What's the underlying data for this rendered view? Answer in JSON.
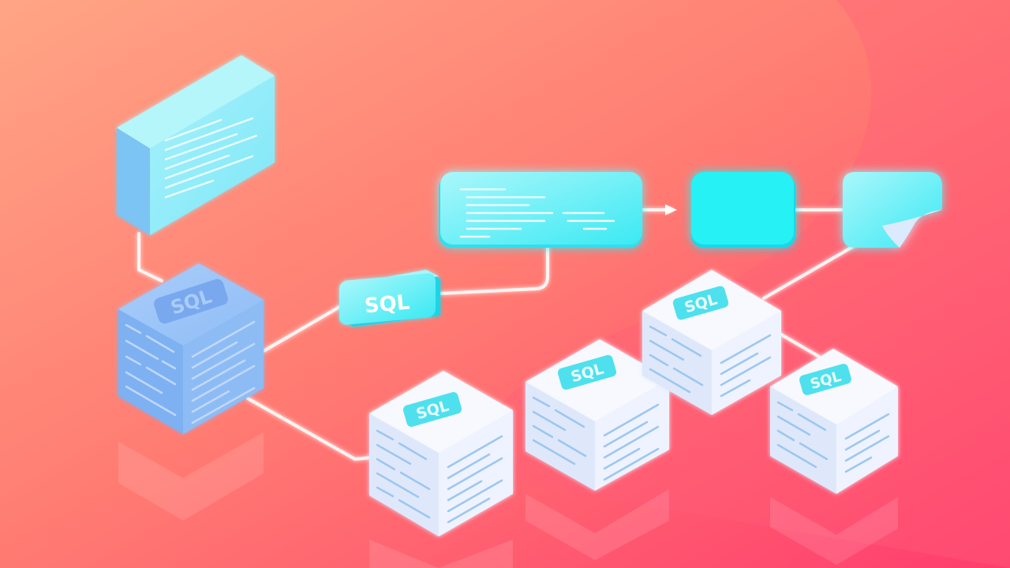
{
  "labels": {
    "sql": "SQL"
  },
  "colors": {
    "bg_top_left": "#ffa585",
    "bg_mid": "#ff7a72",
    "bg_bottom_right": "#ff3d6e",
    "cyan": "#2ef3f3",
    "cyan_light": "#9ff8fb",
    "blue_cube": "#86b9f6",
    "white_cube": "#eef3ff",
    "connector": "#fff4f2"
  },
  "diagram": {
    "nodes": [
      {
        "id": "source-document",
        "kind": "document"
      },
      {
        "id": "sql-database-main",
        "kind": "sql-cube",
        "label_ref": "sql"
      },
      {
        "id": "sql-query-tag",
        "kind": "tag",
        "label_ref": "sql"
      },
      {
        "id": "query-block",
        "kind": "code-block"
      },
      {
        "id": "process-block",
        "kind": "block"
      },
      {
        "id": "output-document",
        "kind": "folded-document"
      },
      {
        "id": "sql-database-1",
        "kind": "sql-cube",
        "label_ref": "sql"
      },
      {
        "id": "sql-database-2",
        "kind": "sql-cube",
        "label_ref": "sql"
      },
      {
        "id": "sql-database-3",
        "kind": "sql-cube",
        "label_ref": "sql"
      },
      {
        "id": "sql-database-4",
        "kind": "sql-cube",
        "label_ref": "sql"
      }
    ],
    "edges": [
      [
        "source-document",
        "sql-database-main"
      ],
      [
        "sql-database-main",
        "sql-query-tag"
      ],
      [
        "sql-query-tag",
        "query-block"
      ],
      [
        "query-block",
        "process-block"
      ],
      [
        "process-block",
        "output-document"
      ],
      [
        "output-document",
        "sql-database-3"
      ],
      [
        "sql-database-3",
        "sql-database-4"
      ],
      [
        "sql-database-main",
        "sql-database-1"
      ]
    ]
  }
}
